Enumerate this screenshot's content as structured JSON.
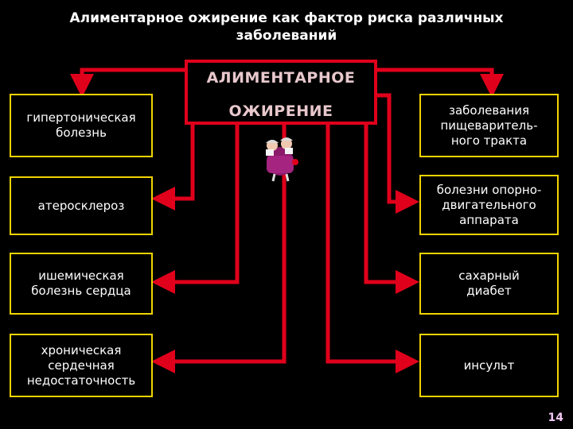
{
  "title": {
    "line1": "Алиментарное ожирение как фактор риска различных",
    "line2": "заболеваний"
  },
  "center": {
    "line1": "АЛИМЕНТАРНОЕ",
    "line2": "ОЖИРЕНИЕ"
  },
  "left_boxes": [
    "гипертоническая\nболезнь",
    "атеросклероз",
    "ишемическая\nболезнь сердца",
    "хроническая\nсердечная\nнедостаточность"
  ],
  "right_boxes": [
    "заболевания\nпищеваритель-\nного тракта",
    "болезни опорно-\nдвигательного\nаппарата",
    "сахарный\nдиабет",
    "инсульт"
  ],
  "page_number": "14",
  "colors": {
    "arrow": "#e0001b",
    "box_border": "#f2d400",
    "background": "#000000"
  }
}
